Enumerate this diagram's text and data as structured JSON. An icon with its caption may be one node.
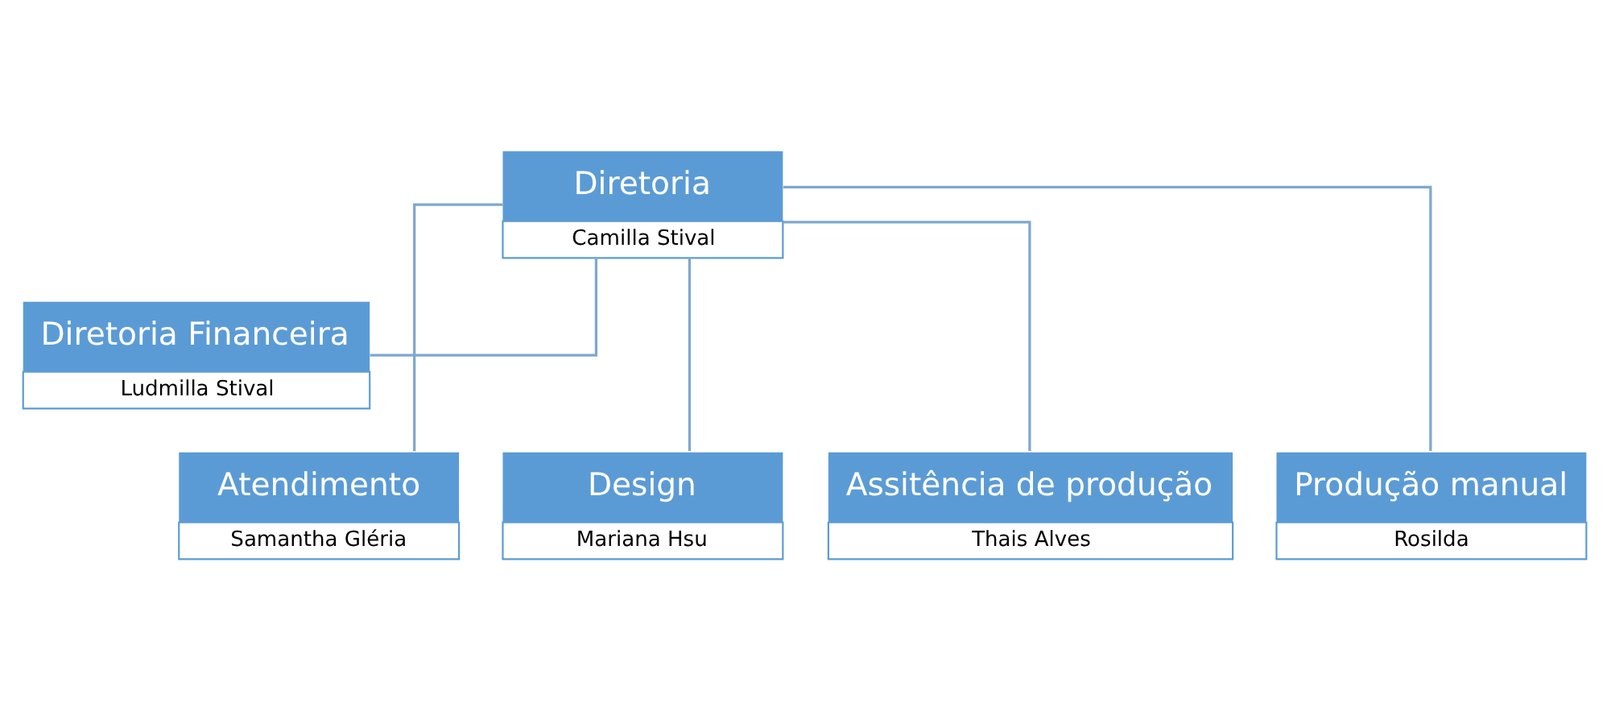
{
  "diagram": {
    "nodes": [
      {
        "text": [
          "Diretoria",
          "Camilla Stival"
        ]
      },
      {
        "text": [
          "Diretoria Financeira",
          "Ludmilla Stival"
        ]
      },
      {
        "text": [
          "Atendimento",
          "Samantha Gléria"
        ]
      },
      {
        "text": [
          "Design",
          "Mariana Hsu"
        ]
      },
      {
        "text": [
          "Assitência de produção",
          "Thais Alves"
        ]
      },
      {
        "text": [
          "Produção manual",
          "Rosilda"
        ]
      }
    ],
    "edges": [
      {
        "from": 0,
        "to": 1,
        "arrow": "none"
      },
      {
        "from": 0,
        "to": 2,
        "arrow": "none"
      },
      {
        "from": 0,
        "to": 3,
        "arrow": "none"
      },
      {
        "from": 0,
        "to": 4,
        "arrow": "none"
      },
      {
        "from": 0,
        "to": 5,
        "arrow": "none"
      }
    ]
  }
}
